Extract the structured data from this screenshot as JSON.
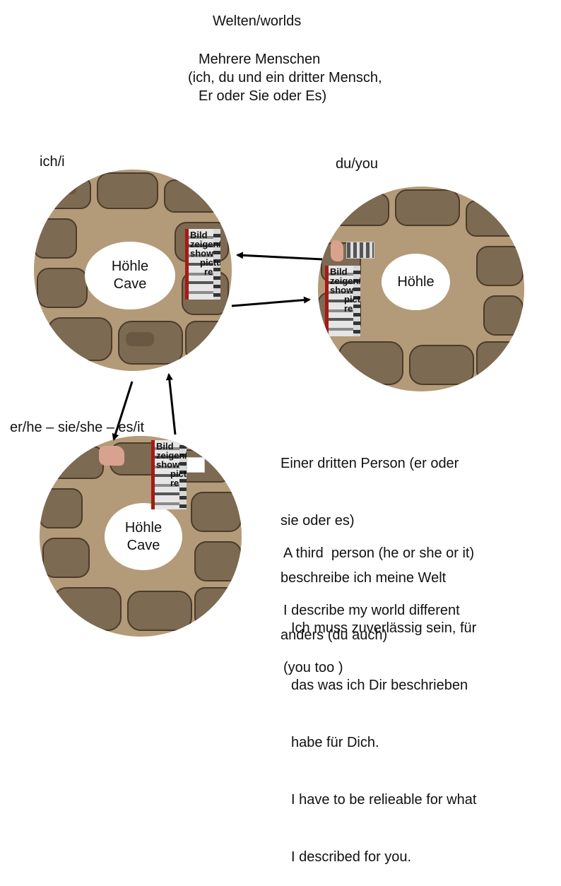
{
  "header": {
    "title": "Welten/worlds",
    "subtitle_lines": [
      "Mehrere Menschen",
      "(ich, du und ein dritter Mensch,",
      "Er oder Sie oder Es)"
    ]
  },
  "worlds": {
    "i": {
      "label": "ich/i",
      "cave_lines": [
        "Höhle",
        "Cave"
      ]
    },
    "you": {
      "label": "du/you",
      "cave_lines": [
        "Höhle"
      ]
    },
    "he": {
      "label": "er/he – sie/she – es/it",
      "cave_lines": [
        "Höhle",
        "Cave"
      ]
    }
  },
  "film_label": [
    "Bild",
    "zeigen/",
    "show",
    "pictu",
    "re"
  ],
  "paragraphs": {
    "german_third_person": [
      "Einer dritten Person (er oder",
      "sie oder es)",
      "beschreibe ich meine Welt",
      "anders (du auch)"
    ],
    "english_third_person": [
      "A third  person (he or she or it)",
      "I describe my world different",
      "(you too )"
    ],
    "reliability": [
      "Ich muss zuverlässig sein, für",
      "das was ich Dir beschrieben",
      "habe für Dich.",
      "I have to be relieable for what",
      "I described for you."
    ]
  },
  "colors": {
    "stone_mortar": "#b39a78",
    "stone_dark": "#5e4c38",
    "stone_mid": "#7d6a52",
    "film_red": "#a61a14",
    "arrow": "#000000"
  },
  "icons": [
    "stone-wall-texture",
    "film-strip",
    "hand-photo"
  ]
}
